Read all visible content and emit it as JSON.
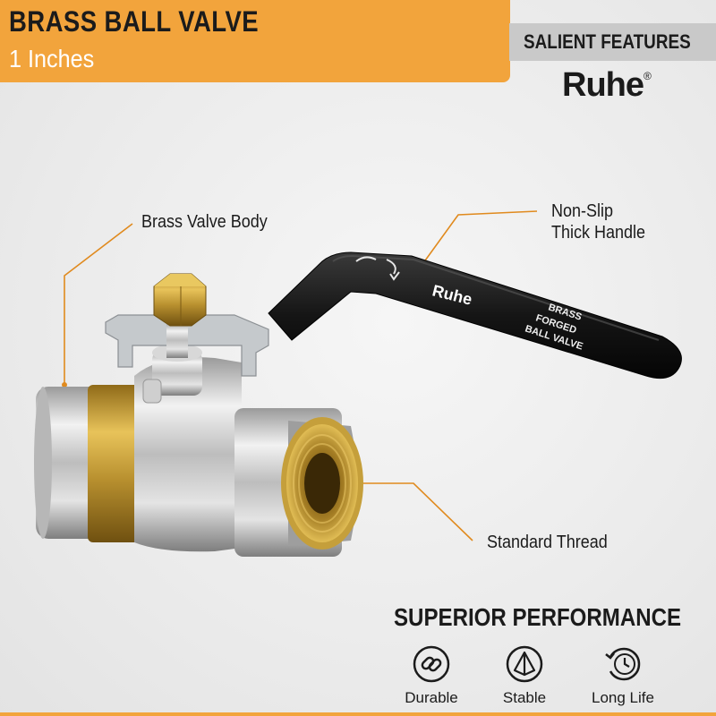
{
  "header": {
    "title": "BRASS BALL VALVE",
    "subtitle": "1 Inches",
    "salient": "SALIENT FEATURES",
    "brand": "Ruhe",
    "brand_mark": "®"
  },
  "callouts": {
    "body": "Brass Valve Body",
    "handle_line1": "Non-Slip",
    "handle_line2": "Thick Handle",
    "thread": "Standard Thread"
  },
  "handle_text": {
    "brand": "Ruhe",
    "line1": "BRASS",
    "line2": "FORGED",
    "line3": "BALL VALVE"
  },
  "performance": {
    "title": "SUPERIOR PERFORMANCE",
    "features": [
      {
        "label": "Durable",
        "icon": "chain-link-icon"
      },
      {
        "label": "Stable",
        "icon": "pyramid-icon"
      },
      {
        "label": "Long Life",
        "icon": "clock-history-icon"
      }
    ]
  },
  "colors": {
    "accent": "#f2a43c",
    "handle": "#1a1a1a",
    "brass": "#c9a23c",
    "chrome": "#c8c8c8"
  }
}
